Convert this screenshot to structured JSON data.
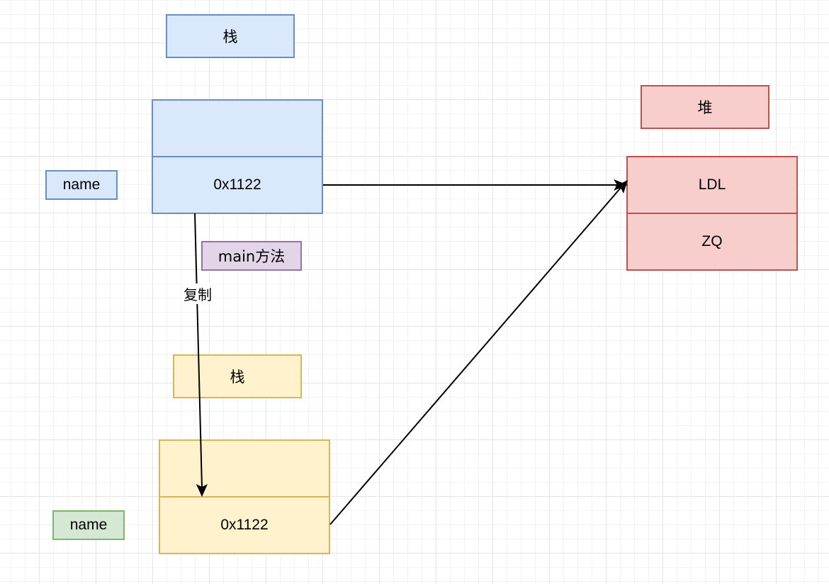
{
  "stack1": {
    "title": "栈",
    "top_cell": "",
    "value_cell": "0x1122",
    "var_label": "name",
    "method_label": "main方法"
  },
  "stack2": {
    "title": "栈",
    "top_cell": "",
    "value_cell": "0x1122",
    "var_label": "name"
  },
  "heap": {
    "title": "堆",
    "cells": [
      "LDL",
      "ZQ"
    ]
  },
  "edges": {
    "copy_label": "复制"
  },
  "colors": {
    "blue_fill": "#dae8fc",
    "blue_stroke": "#6c8ebf",
    "yellow_fill": "#fff2cc",
    "yellow_stroke": "#d6b656",
    "red_fill": "#f8cecc",
    "red_stroke": "#b85450",
    "purple_fill": "#e1d5e7",
    "purple_stroke": "#9673a6",
    "green_fill": "#d5e8d4",
    "green_stroke": "#82b366"
  }
}
